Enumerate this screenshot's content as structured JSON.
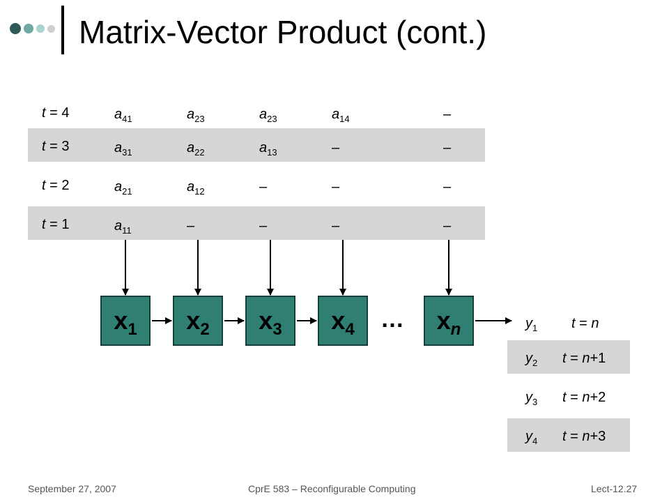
{
  "slide": {
    "title": "Matrix-Vector Product (cont.)",
    "timeline": [
      {
        "time": "t = 4",
        "entries": [
          [
            "a",
            "41"
          ],
          [
            "a",
            "23"
          ],
          [
            "a",
            "23"
          ],
          [
            "a",
            "14"
          ],
          [
            "–",
            ""
          ]
        ]
      },
      {
        "time": "t = 3",
        "entries": [
          [
            "a",
            "31"
          ],
          [
            "a",
            "22"
          ],
          [
            "a",
            "13"
          ],
          [
            "–",
            ""
          ],
          [
            "–",
            ""
          ]
        ]
      },
      {
        "time": "t = 2",
        "entries": [
          [
            "a",
            "21"
          ],
          [
            "a",
            "12"
          ],
          [
            "–",
            ""
          ],
          [
            "–",
            ""
          ],
          [
            "–",
            ""
          ]
        ]
      },
      {
        "time": "t = 1",
        "entries": [
          [
            "a",
            "11"
          ],
          [
            "–",
            ""
          ],
          [
            "–",
            ""
          ],
          [
            "–",
            ""
          ],
          [
            "–",
            ""
          ]
        ]
      }
    ],
    "processing_elements": [
      {
        "base": "x",
        "sub": "1"
      },
      {
        "base": "x",
        "sub": "2"
      },
      {
        "base": "x",
        "sub": "3"
      },
      {
        "base": "x",
        "sub": "4"
      },
      {
        "base": "x",
        "sub": "n"
      }
    ],
    "ellipsis": "…",
    "outputs": [
      {
        "y_sub": "1",
        "time": "t = n"
      },
      {
        "y_sub": "2",
        "time": "t = n+1"
      },
      {
        "y_sub": "3",
        "time": "t = n+2"
      },
      {
        "y_sub": "4",
        "time": "t = n+3"
      }
    ]
  },
  "footer": {
    "date": "September 27, 2007",
    "course": "CprE 583 – Reconfigurable Computing",
    "lecture": "Lect-12.27"
  },
  "colors": {
    "pe_fill": "#2f7f72",
    "row_shade": "#d6d6d6",
    "logo_dots": [
      "#2d5a57",
      "#6fa8a3",
      "#a9d3cf",
      "#cfcfcf"
    ]
  }
}
